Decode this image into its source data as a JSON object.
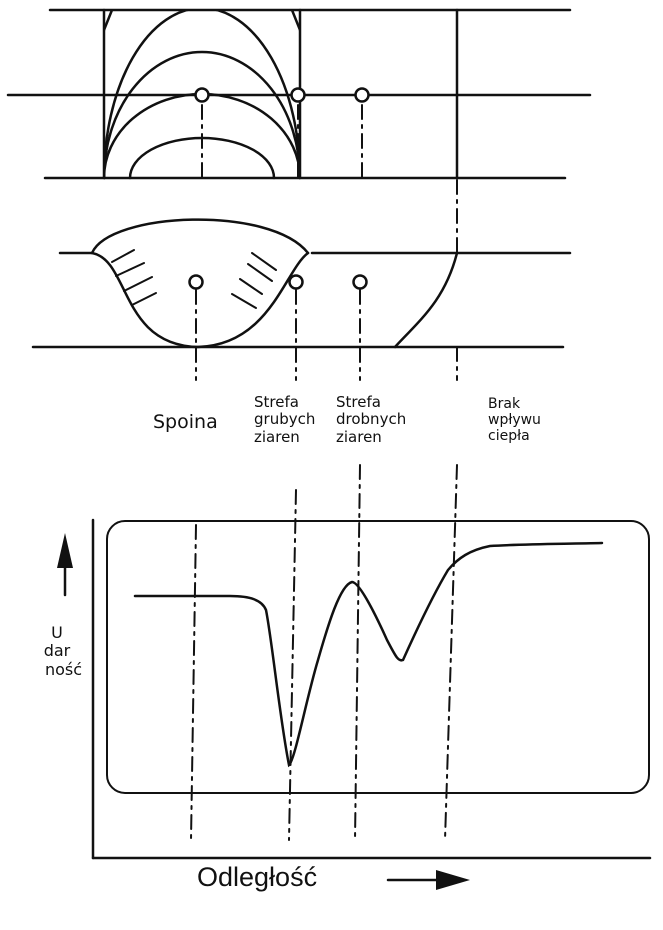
{
  "labels": {
    "weld": "Spoina",
    "coarse_zone": [
      "Strefa",
      "grubych",
      "ziaren"
    ],
    "fine_zone": [
      "Strefa",
      "drobnych",
      "ziaren"
    ],
    "no_heat": [
      "Brak",
      "wpływu",
      "ciepła"
    ],
    "y_axis": [
      "U",
      "dar",
      "ność"
    ],
    "x_axis": "Odległość"
  },
  "colors": {
    "ink": "#111111",
    "background": "#ffffff"
  }
}
